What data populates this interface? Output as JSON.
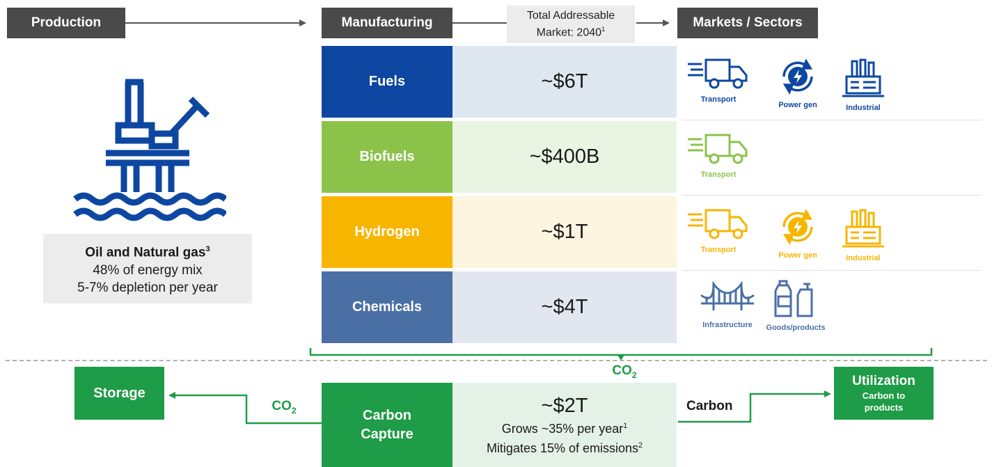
{
  "headers": {
    "production": "Production",
    "manufacturing": "Manufacturing",
    "tam_line1": "Total Addressable",
    "tam_line2": "Market: 2040",
    "tam_sup": "1",
    "markets": "Markets / Sectors"
  },
  "production": {
    "title": "Oil and Natural gas",
    "title_sup": "3",
    "line1": "48% of energy mix",
    "line2": "5-7% depletion per year"
  },
  "rows": [
    {
      "label": "Fuels",
      "value": "~$6T",
      "color": "#0d47a1",
      "value_bg": "#dfe7f1",
      "icon_color": "#0d47a1",
      "sectors": [
        "Transport",
        "Power gen",
        "Industrial"
      ]
    },
    {
      "label": "Biofuels",
      "value": "~$400B",
      "color": "#8bc34a",
      "value_bg": "#eaf4e3",
      "icon_color": "#8bc34a",
      "sectors": [
        "Transport"
      ]
    },
    {
      "label": "Hydrogen",
      "value": "~$1T",
      "color": "#f7b500",
      "value_bg": "#fdf5e0",
      "icon_color": "#f7b500",
      "sectors": [
        "Transport",
        "Power gen",
        "Industrial"
      ]
    },
    {
      "label": "Chemicals",
      "value": "~$4T",
      "color": "#4a6fa5",
      "value_bg": "#e2e7ef",
      "icon_color": "#4a6fa5",
      "sectors": [
        "Infrastructure",
        "Goods/products"
      ]
    }
  ],
  "co2_top": {
    "text": "CO",
    "sub": "2"
  },
  "storage": "Storage",
  "co2_left": {
    "text": "CO",
    "sub": "2"
  },
  "carbon_capture": {
    "line1": "Carbon",
    "line2": "Capture"
  },
  "capture_value": {
    "value": "~$2T",
    "line1": "Grows ~35% per year",
    "line1_sup": "1",
    "line2": "Mitigates 15% of emissions",
    "line2_sup": "2"
  },
  "carbon_label": "Carbon",
  "utilization": {
    "title": "Utilization",
    "line1": "Carbon to",
    "line2": "products"
  },
  "colors": {
    "header": "#4a4a4a",
    "green": "#1e9c47",
    "rig": "#0d47a1",
    "arrow": "#555555"
  }
}
